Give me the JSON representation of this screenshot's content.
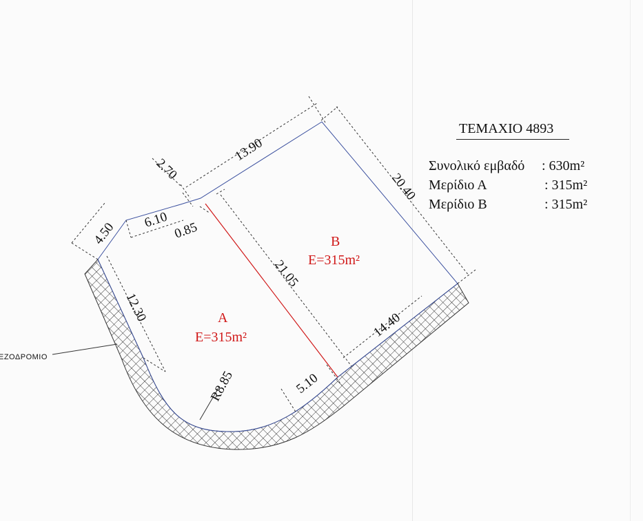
{
  "parcel": {
    "title": "ΤΕΜΑΧΙΟ 4893",
    "rows": [
      {
        "label": "Συνολικό εμβαδό",
        "value": ": 630m²"
      },
      {
        "label": "Μερίδιο Α",
        "value": ": 315m²"
      },
      {
        "label": "Μερίδιο Β",
        "value": ": 315m²"
      }
    ]
  },
  "lots": {
    "a": {
      "letter": "A",
      "area": "E=315m²"
    },
    "b": {
      "letter": "B",
      "area": "E=315m²"
    }
  },
  "dimensions": {
    "d_4_50": "4.50",
    "d_2_70": "2.70",
    "d_13_90": "13.90",
    "d_6_10": "6.10",
    "d_0_85": "0.85",
    "d_20_40": "20.40",
    "d_21_05": "21.05",
    "d_12_30": "12.30",
    "d_14_40": "14.40",
    "d_5_10": "5.10",
    "d_r8_85": "R8.85"
  },
  "sidewalk_label": "ΕΖΟΔΡΟΜΙΟ",
  "colors": {
    "boundary": "#3a4f9e",
    "division": "#d01818",
    "dimension_line": "#333333"
  }
}
